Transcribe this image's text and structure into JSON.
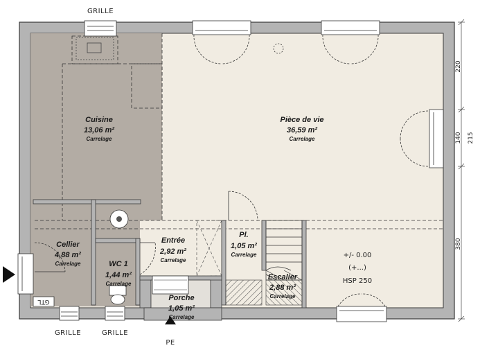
{
  "rooms": {
    "cuisine": {
      "name": "Cuisine",
      "area": "13,06 m²",
      "floor": "Carrelage"
    },
    "piece": {
      "name": "Pièce de vie",
      "area": "36,59 m²",
      "floor": "Carrelage"
    },
    "cellier": {
      "name": "Cellier",
      "area": "4,88 m²",
      "floor": "Carrelage"
    },
    "wc": {
      "name": "WC 1",
      "area": "1,44 m²",
      "floor": "Carrelage"
    },
    "entree": {
      "name": "Entrée",
      "area": "2,92 m²",
      "floor": "Carrelage"
    },
    "placard": {
      "name": "Pl.",
      "area": "1,05 m²",
      "floor": "Carrelage"
    },
    "escalier": {
      "name": "Escalier",
      "area": "2,88 m²",
      "floor": "Carrelage"
    },
    "porche": {
      "name": "Porche",
      "area": "1,05 m²",
      "floor": "Carrelage"
    }
  },
  "labels": {
    "grille_top": "GRILLE",
    "grille_bottom_1": "GRILLE",
    "grille_bottom_2": "GRILLE",
    "pe": "PE",
    "gtl": "GTL"
  },
  "notes": {
    "level": "+/- 0.00",
    "paren": "(+...)",
    "hsp": "HSP 250"
  },
  "dimensions": {
    "d220": "220",
    "d140": "140",
    "d215": "215",
    "d380": "380"
  },
  "colors": {
    "wall": "#b4b4b4",
    "wall_stroke": "#3a3a3a",
    "floor_main": "#f1ece2",
    "floor_service": "#b3aca4",
    "window_frame": "#3a3a3a"
  }
}
